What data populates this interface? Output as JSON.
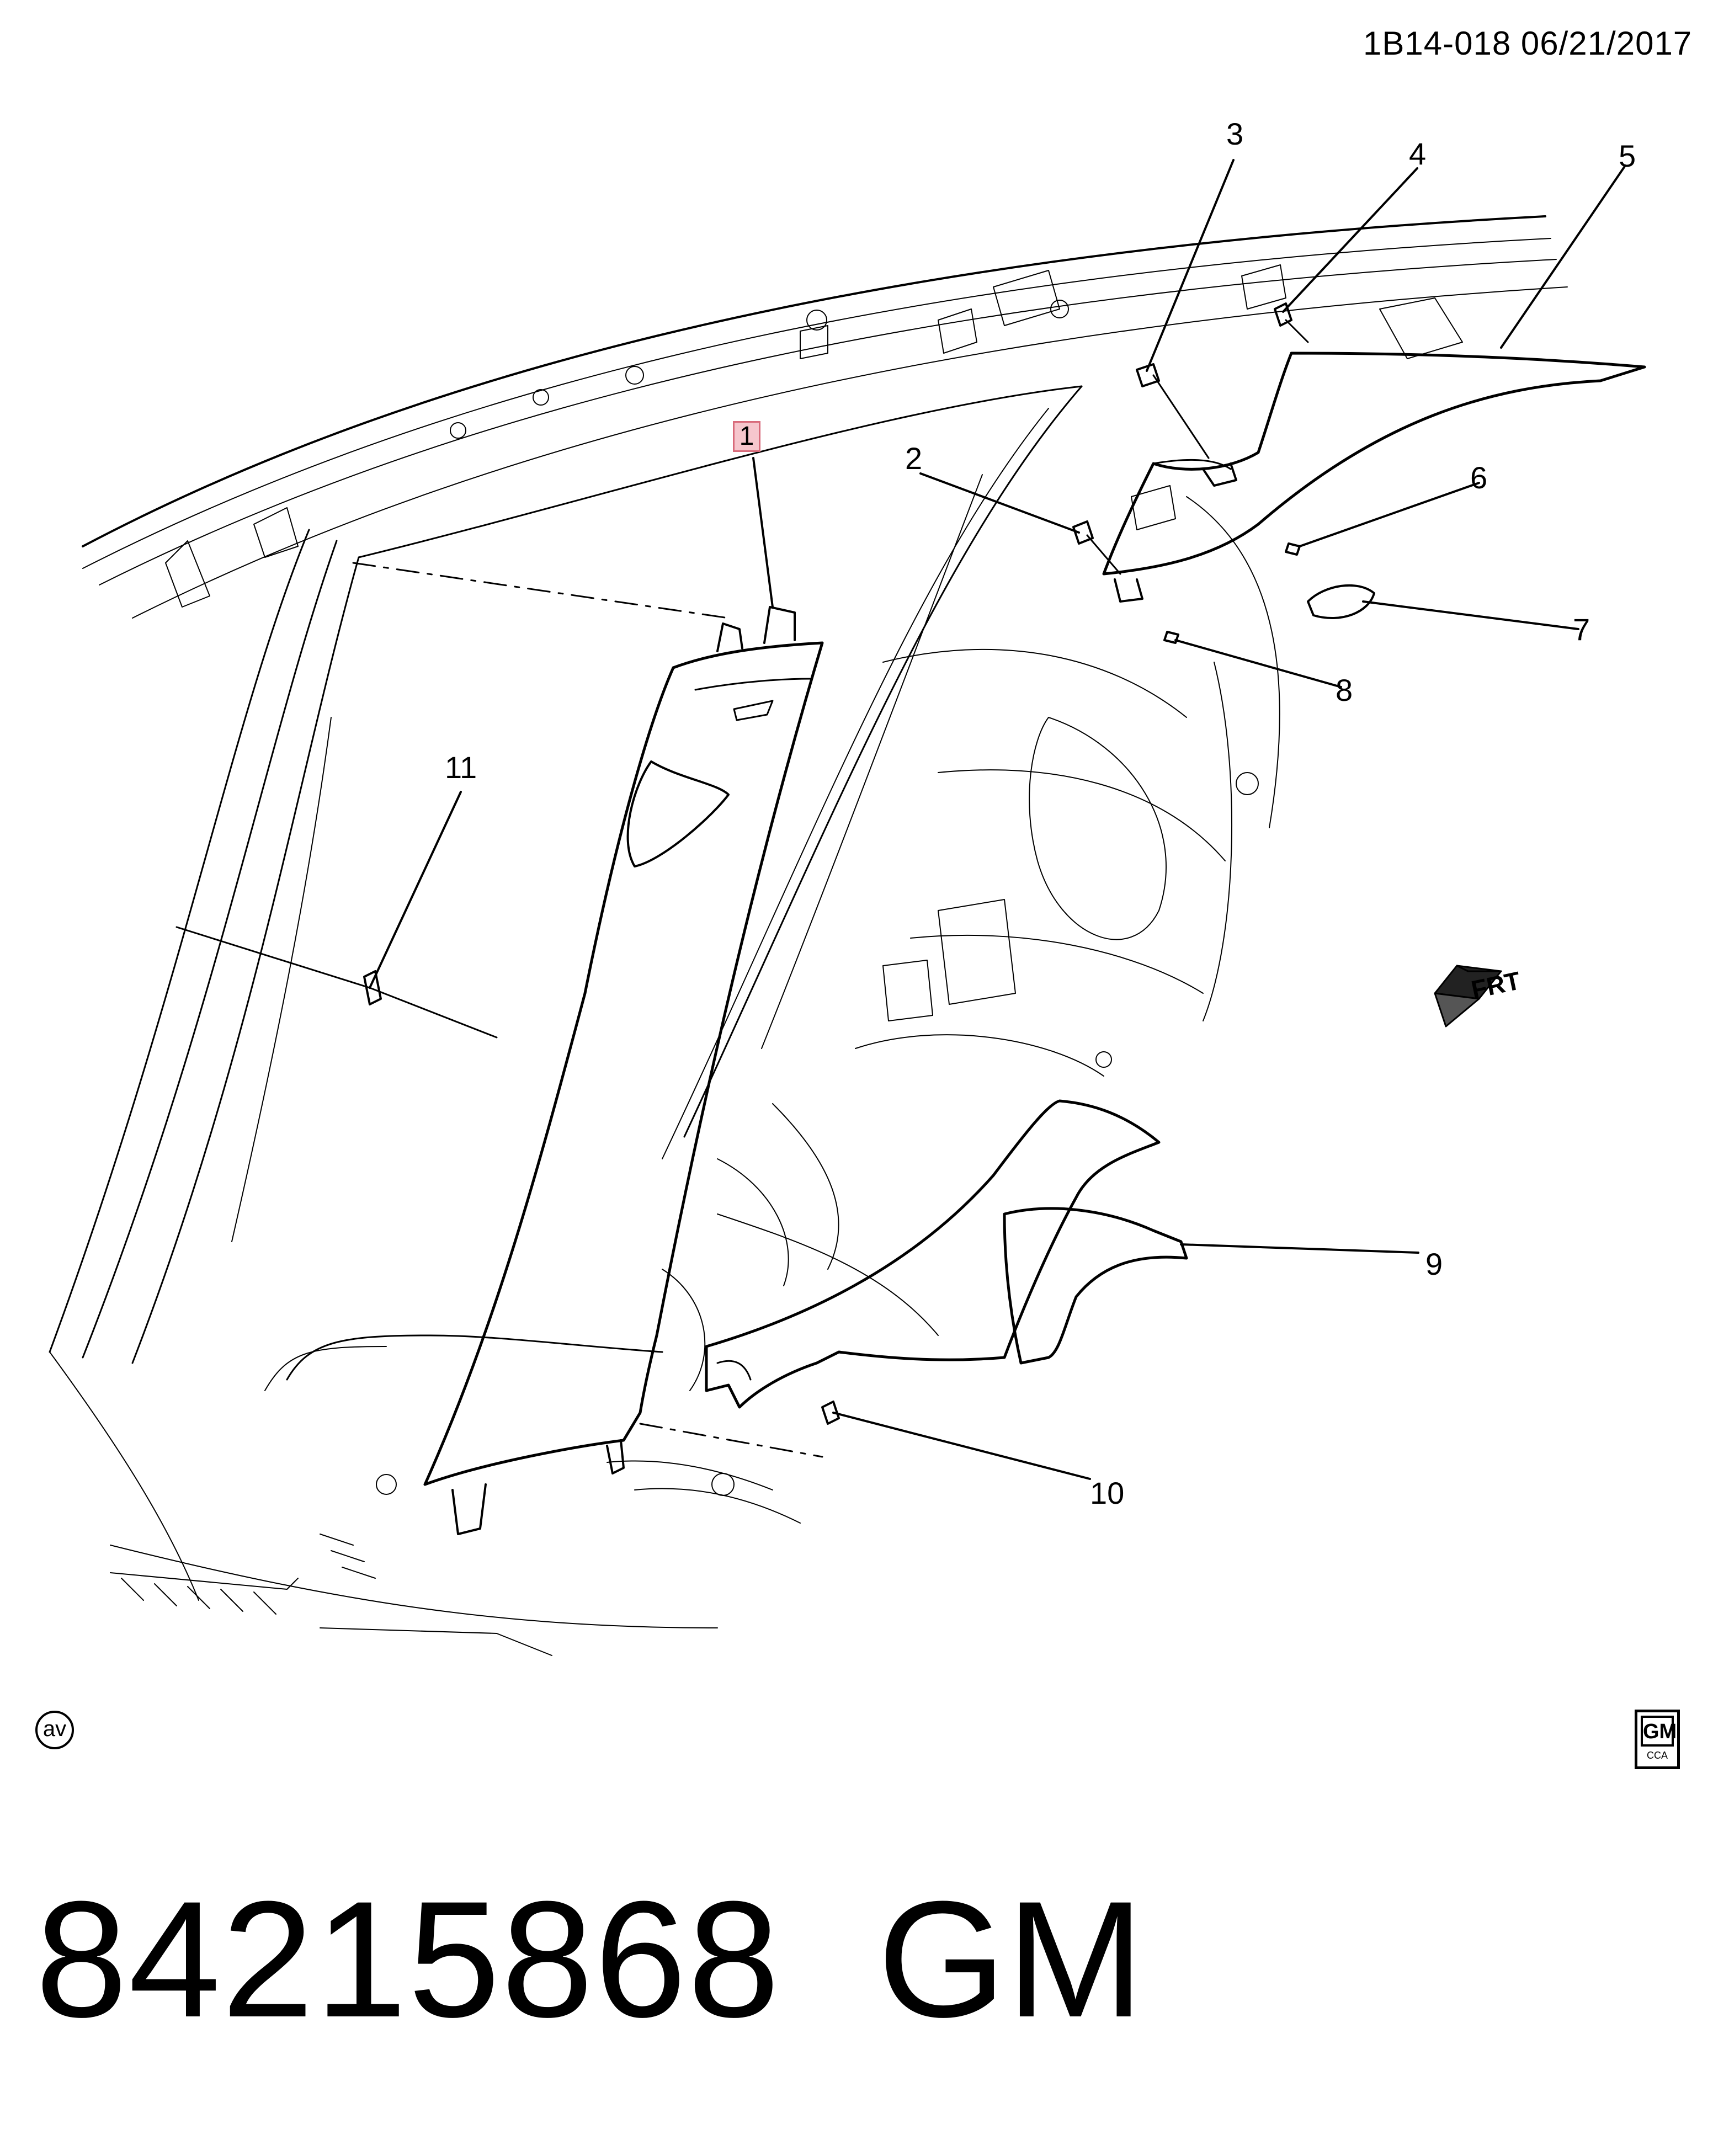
{
  "header": {
    "code_date": "1B14-018  06/21/2017"
  },
  "callouts": [
    "1",
    "2",
    "3",
    "4",
    "5",
    "6",
    "7",
    "8",
    "9",
    "10",
    "11"
  ],
  "direction_arrow": {
    "label": "FRT",
    "icon": "front-direction-arrow-icon"
  },
  "badge": {
    "label": "av"
  },
  "logo": {
    "brand": "GM",
    "sub": "CCA"
  },
  "footer": {
    "part_number": "84215868",
    "brand": "GM"
  }
}
